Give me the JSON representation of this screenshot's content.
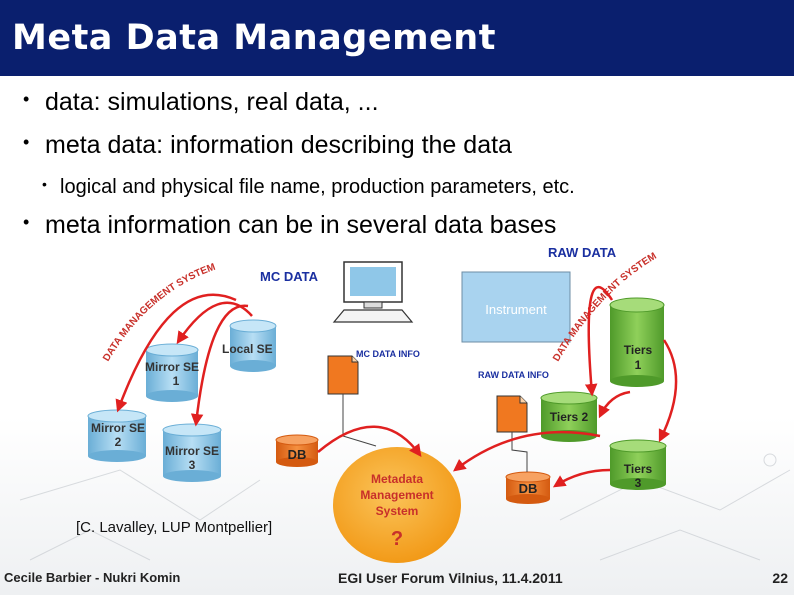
{
  "title": "Meta Data Management",
  "bullets": [
    "data: simulations, real data, ...",
    "meta data: information describing the data",
    "logical and physical file name, production parameters, etc.",
    "meta information can be in several data bases"
  ],
  "diagram": {
    "raw_data": "RAW DATA",
    "mc_data": "MC DATA",
    "data_management_system_left": "DATA MANAGEMENT SYSTEM",
    "data_management_system_right": "DATA MANAGEMENT SYSTEM",
    "instrument": "Instrument",
    "local_se": "Local SE",
    "mirror_se_1_line1": "Mirror SE",
    "mirror_se_1_line2": "1",
    "mirror_se_2_line1": "Mirror SE",
    "mirror_se_2_line2": "2",
    "mirror_se_3_line1": "Mirror SE",
    "mirror_se_3_line2": "3",
    "mc_data_info": "MC DATA INFO",
    "raw_data_info": "RAW DATA INFO",
    "tiers_1_line1": "Tiers",
    "tiers_1_line2": "1",
    "tiers_2": "Tiers 2",
    "tiers_3_line1": "Tiers",
    "tiers_3_line2": "3",
    "db_left": "DB",
    "db_right": "DB",
    "metadata_line1": "Metadata",
    "metadata_line2": "Management",
    "metadata_line3": "System",
    "question_mark": "?",
    "citation": "[C. Lavalley, LUP Montpellier]"
  },
  "footer": {
    "authors": "Cecile Barbier - Nukri Komin",
    "event": "EGI User Forum Vilnius, 11.4.2011",
    "page": "22"
  },
  "colors": {
    "title_bar": "#0a1f6e",
    "storage_green": "#69b93a",
    "storage_blue": "#8fc7e8",
    "db_orange": "#f07820",
    "metadata_circle": "#f5a623",
    "arrow_red": "#e02020",
    "label_red": "#c8302a",
    "label_blue": "#1a2fa0"
  }
}
